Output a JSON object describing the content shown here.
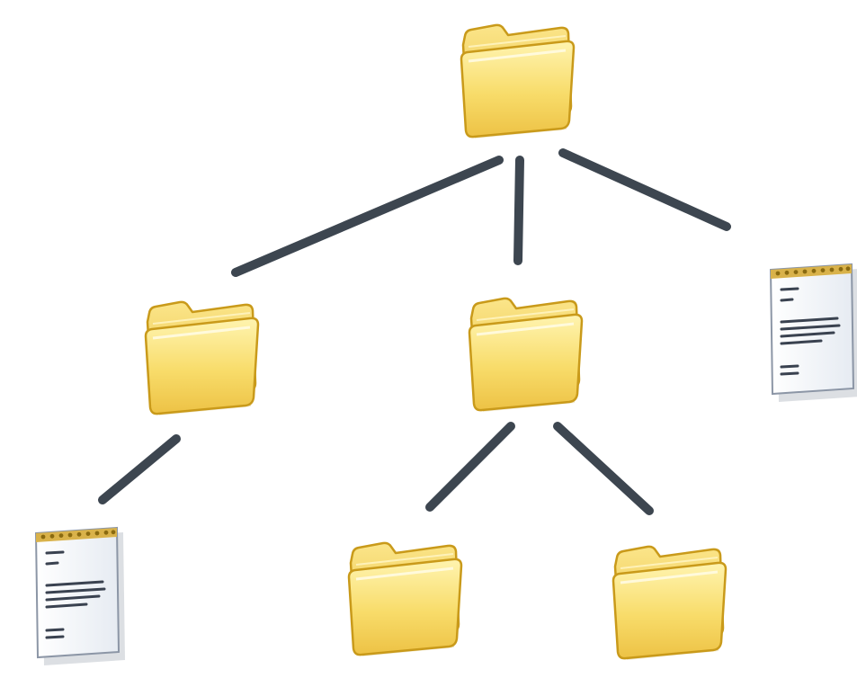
{
  "diagram": {
    "type": "file-system-tree",
    "background": "#ffffff",
    "connector_color": "#3d4650",
    "folder_colors": {
      "body": "#f7dd6e",
      "body_light": "#fff3a8",
      "body_dark": "#e8b830",
      "outline": "#c99a1a"
    },
    "document_colors": {
      "paper": "#f4f6fa",
      "lines": "#3a4250",
      "binding": "#c8a238"
    },
    "nodes": [
      {
        "id": "root",
        "kind": "folder",
        "icon": "folder-icon"
      },
      {
        "id": "folder-left",
        "kind": "folder",
        "icon": "folder-icon",
        "parent": "root"
      },
      {
        "id": "folder-middle",
        "kind": "folder",
        "icon": "folder-icon",
        "parent": "root"
      },
      {
        "id": "document-right",
        "kind": "document",
        "icon": "document-icon",
        "parent": "root"
      },
      {
        "id": "document-bottom-left",
        "kind": "document",
        "icon": "document-icon",
        "parent": "folder-left"
      },
      {
        "id": "folder-bottom-middle",
        "kind": "folder",
        "icon": "folder-icon",
        "parent": "folder-middle"
      },
      {
        "id": "folder-bottom-right",
        "kind": "folder",
        "icon": "folder-icon",
        "parent": "folder-middle"
      }
    ]
  }
}
